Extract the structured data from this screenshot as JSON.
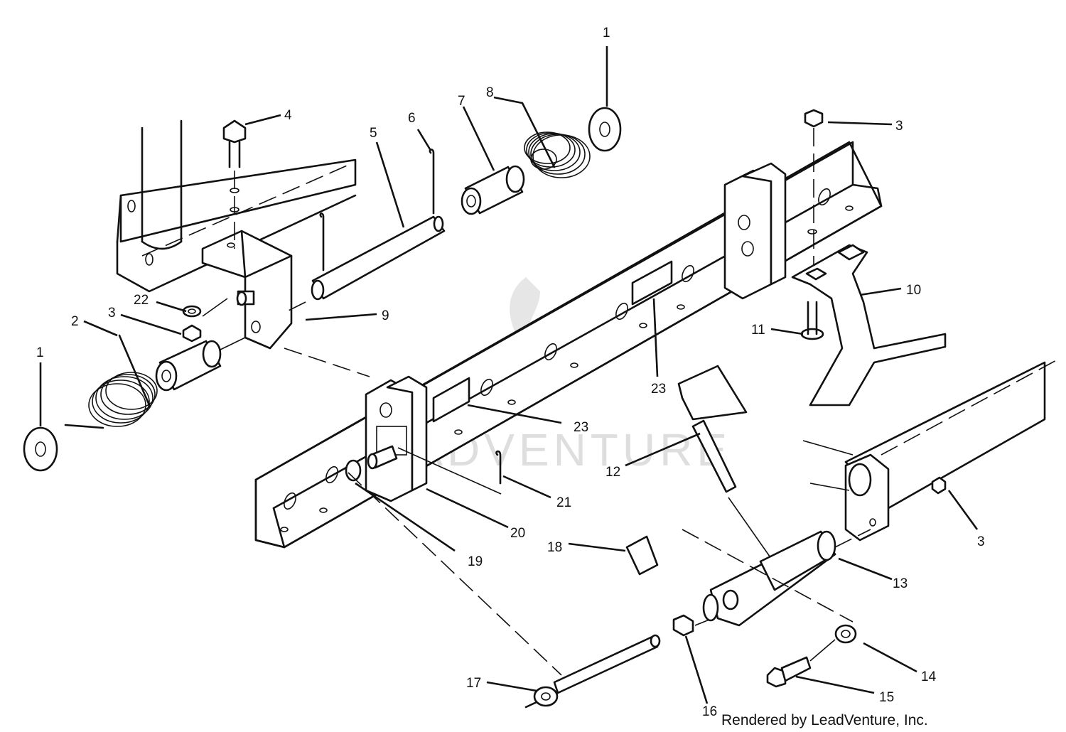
{
  "callouts": [
    {
      "id": "c1a",
      "label": "1"
    },
    {
      "id": "c1b",
      "label": "1"
    },
    {
      "id": "c2",
      "label": "2"
    },
    {
      "id": "c3a",
      "label": "3"
    },
    {
      "id": "c3b",
      "label": "3"
    },
    {
      "id": "c3c",
      "label": "3"
    },
    {
      "id": "c4",
      "label": "4"
    },
    {
      "id": "c5",
      "label": "5"
    },
    {
      "id": "c6",
      "label": "6"
    },
    {
      "id": "c7",
      "label": "7"
    },
    {
      "id": "c8",
      "label": "8"
    },
    {
      "id": "c9",
      "label": "9"
    },
    {
      "id": "c10",
      "label": "10"
    },
    {
      "id": "c11",
      "label": "11"
    },
    {
      "id": "c12",
      "label": "12"
    },
    {
      "id": "c13",
      "label": "13"
    },
    {
      "id": "c14",
      "label": "14"
    },
    {
      "id": "c15",
      "label": "15"
    },
    {
      "id": "c16",
      "label": "16"
    },
    {
      "id": "c17",
      "label": "17"
    },
    {
      "id": "c18",
      "label": "18"
    },
    {
      "id": "c19",
      "label": "19"
    },
    {
      "id": "c20",
      "label": "20"
    },
    {
      "id": "c21",
      "label": "21"
    },
    {
      "id": "c22",
      "label": "22"
    },
    {
      "id": "c23a",
      "label": "23"
    },
    {
      "id": "c23b",
      "label": "23"
    }
  ],
  "credit": "Rendered by LeadVenture, Inc.",
  "watermark": "LEADVENTURE",
  "colors": {
    "ink": "#111111",
    "paper": "#ffffff",
    "watermark": "#dedede"
  }
}
